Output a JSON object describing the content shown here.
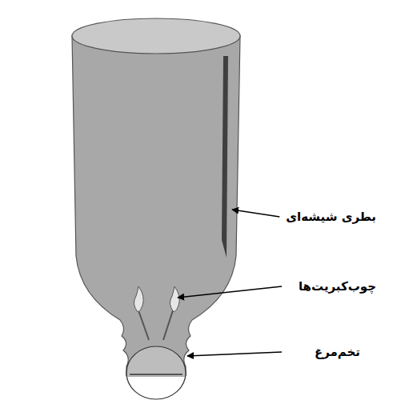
{
  "diagram": {
    "labels": [
      "بطری شیشه‌ای",
      "چوب‌کبریت‌ها",
      "تخم‌مرغ"
    ]
  }
}
